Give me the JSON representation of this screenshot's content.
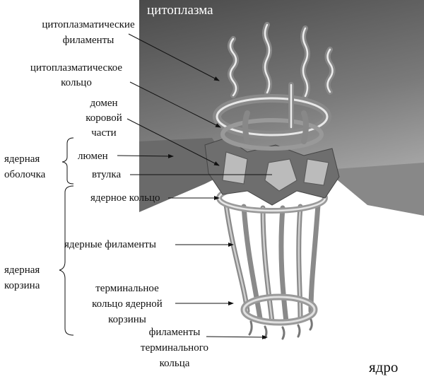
{
  "regions": {
    "cytoplasm": "цитоплазма",
    "nucleus": "ядро"
  },
  "labels": {
    "cyto_filaments": [
      "цитоплазматические",
      "филаменты"
    ],
    "cyto_ring": [
      "цитоплазматическое",
      "кольцо"
    ],
    "core_domain": [
      "домен",
      "коровой",
      "части"
    ],
    "lumen": "люмен",
    "hub": "втулка",
    "nuclear_envelope": [
      "ядерная",
      "оболочка"
    ],
    "nuclear_ring": "ядерное кольцо",
    "nuclear_filaments": "ядерные филаменты",
    "nuclear_basket": [
      "ядерная",
      "корзина"
    ],
    "terminal_ring": [
      "терминальное",
      "кольцо ядерной",
      "корзины"
    ],
    "terminal_filaments": [
      "филаменты",
      "терминального",
      "кольца"
    ]
  }
}
